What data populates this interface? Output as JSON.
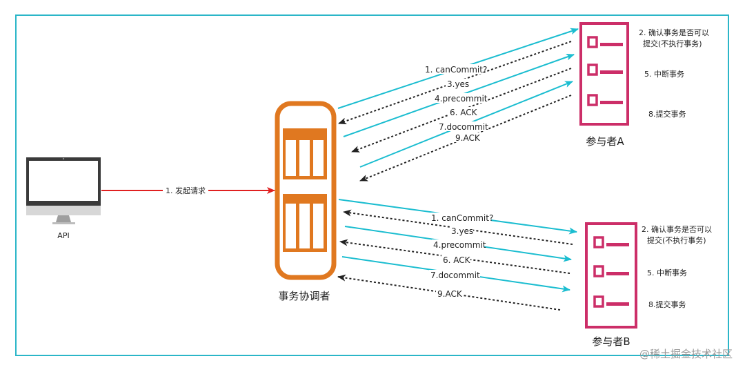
{
  "colors": {
    "frame": "#2bb6c8",
    "request_arrow": "#e02020",
    "solid_arrow": "#1bbdd0",
    "dashed_arrow": "#222222",
    "coordinator": "#e07820",
    "participant": "#cc2e68"
  },
  "client": {
    "icon": "monitor-icon",
    "label": "API"
  },
  "request_label": "1. 发起请求",
  "coordinator": {
    "icon": "server-icon",
    "label": "事务协调者"
  },
  "participant_a": {
    "icon": "checklist-icon",
    "label": "参与者A",
    "notes": [
      "2. 确认事务是否可以",
      "提交(不执行事务)",
      "5. 中断事务",
      "8.提交事务"
    ]
  },
  "participant_b": {
    "icon": "checklist-icon",
    "label": "参与者B",
    "notes": [
      "2. 确认事务是否可以",
      "提交(不执行事务)",
      "5. 中断事务",
      "8.提交事务"
    ]
  },
  "messages_a": [
    "1. canCommit?",
    "3.yes",
    "4.precommit",
    "6. ACK",
    "7.docommit",
    "9.ACK"
  ],
  "messages_b": [
    "1. canCommit?",
    "3.yes",
    "4.precommit",
    "6. ACK",
    "7.docommit",
    "9.ACK"
  ],
  "watermark": "@稀土掘金技术社区"
}
